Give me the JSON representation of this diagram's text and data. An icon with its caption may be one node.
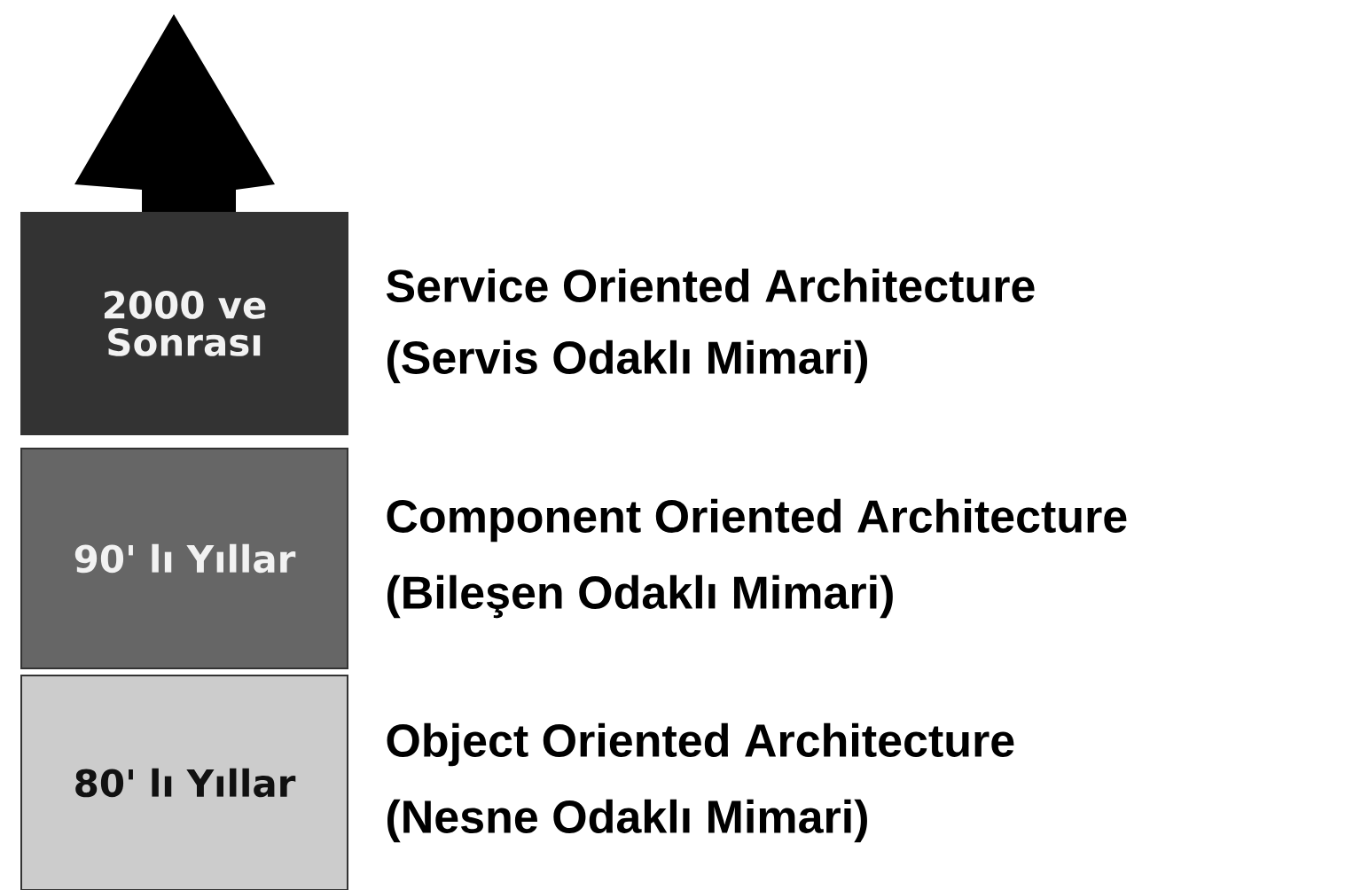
{
  "diagram": {
    "nodes": [
      {
        "text": [
          "2000 ve Sonrası"
        ],
        "beside": [
          "Service Oriented Architecture",
          "(Servis Odaklı Mimari)"
        ]
      },
      {
        "text": [
          "90' lı Yıllar"
        ],
        "beside": [
          "Component Oriented Architecture",
          "(Bileşen Odaklı Mimari)"
        ]
      },
      {
        "text": [
          "80' lı Yıllar"
        ],
        "beside": [
          "Object Oriented Architecture",
          "(Nesne Odaklı Mimari)"
        ]
      }
    ]
  }
}
